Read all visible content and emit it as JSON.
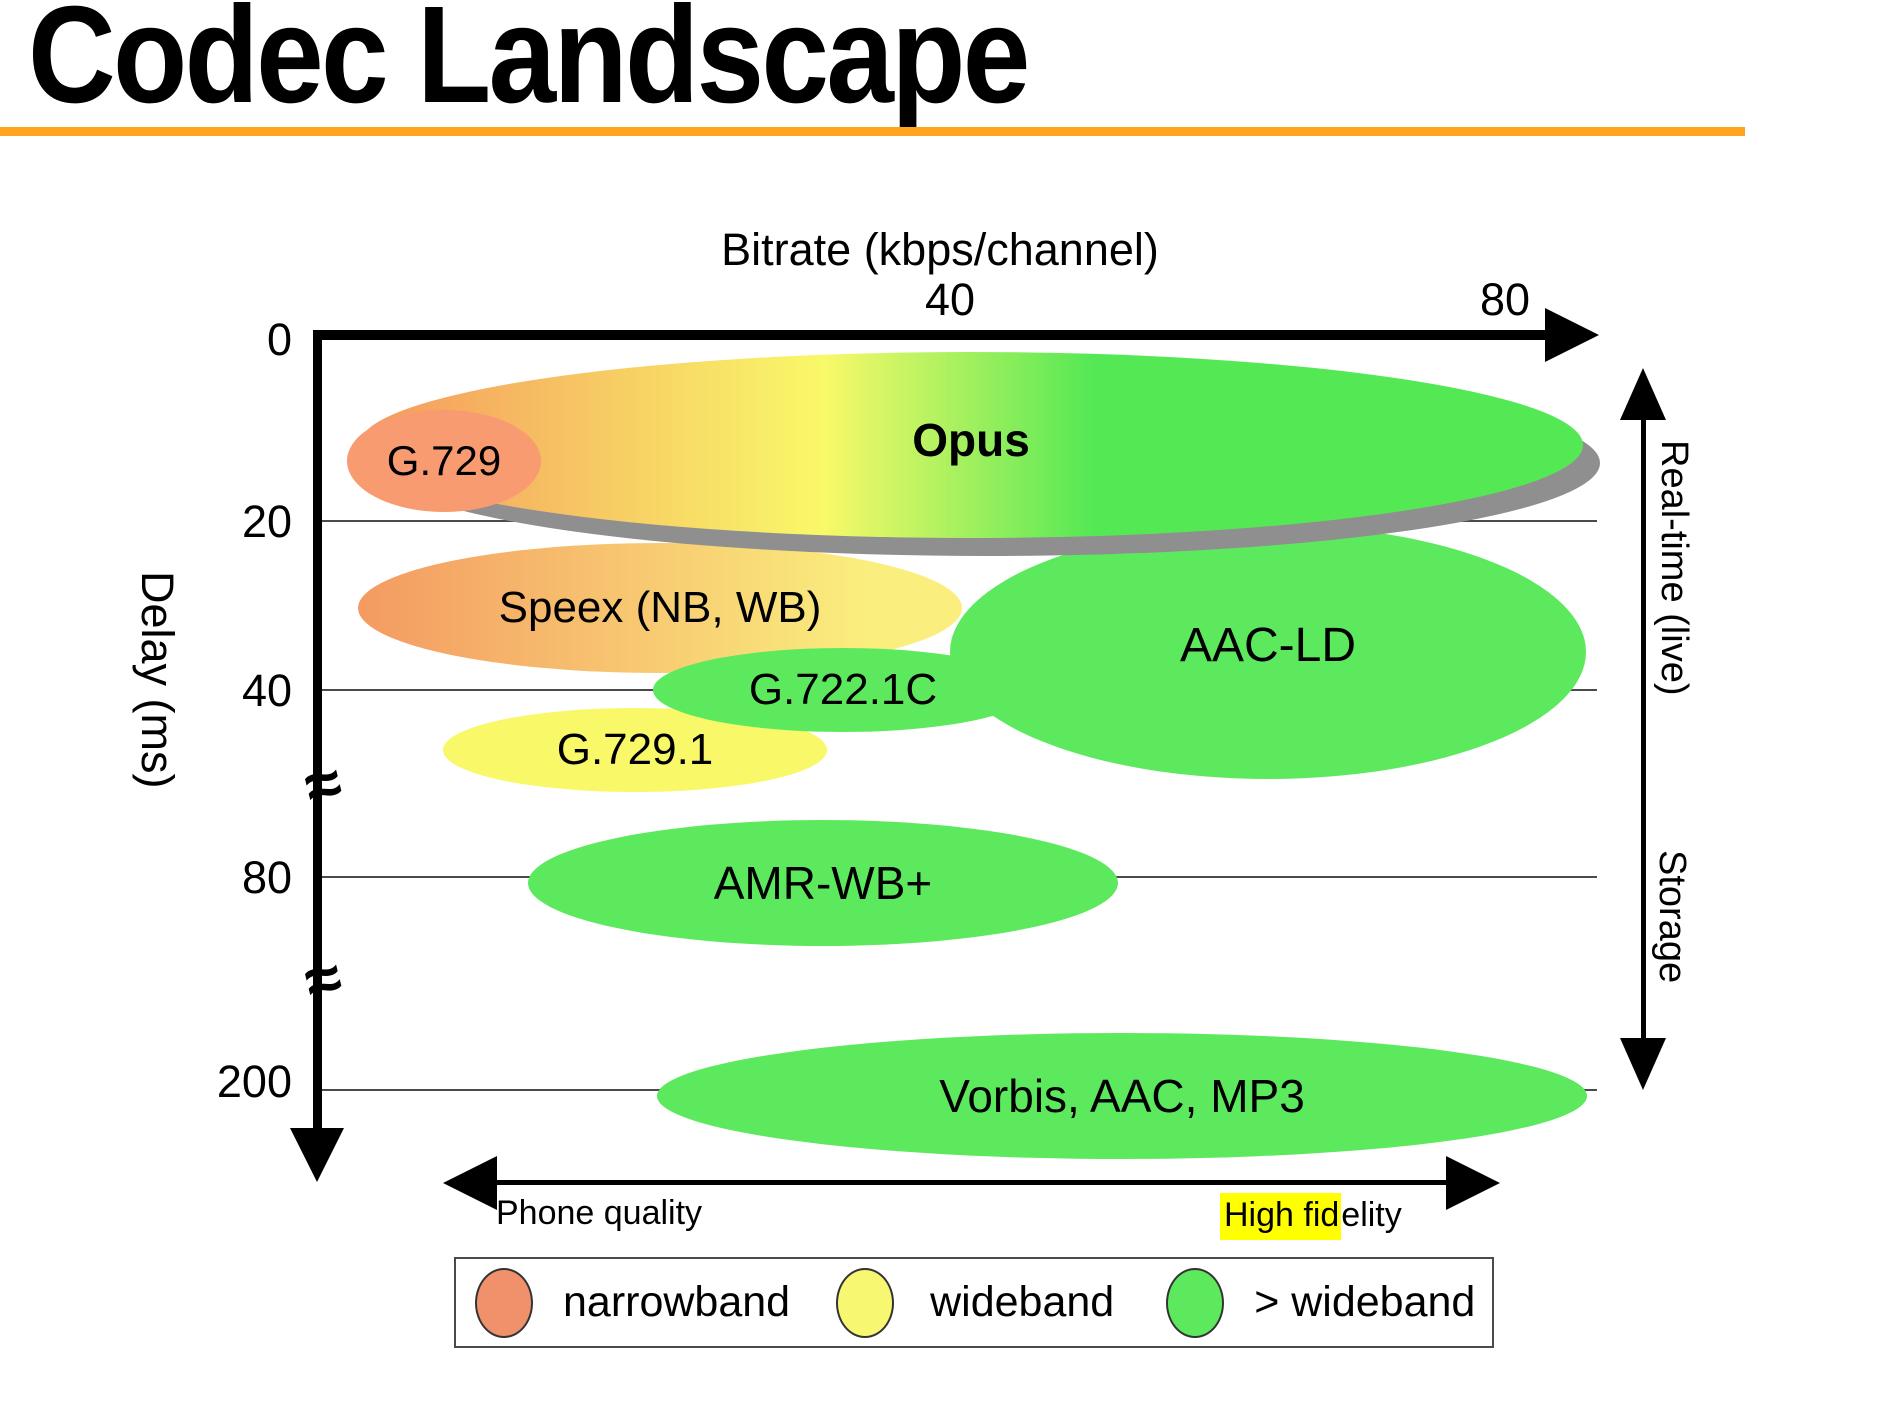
{
  "page": {
    "title": "Codec Landscape"
  },
  "colors": {
    "accent_underline": "#FFA41C",
    "grid": "#4A4A4A",
    "shadow": "#8F8F8F",
    "highlight": "#FFFF00",
    "g729_fill": "#F89B70",
    "g7291_fill": "#F8F868",
    "wideband_plus_fill": "#5DE95D"
  },
  "gradients": {
    "opus": [
      "#F5975E",
      "#F9F969",
      "#55E855"
    ],
    "speex": [
      "#F49A62",
      "#FAEF7E"
    ]
  },
  "chart_data": {
    "type": "bubble",
    "title": "Codec Landscape",
    "x_axis": {
      "label": "Bitrate (kbps/channel)",
      "ticks": [
        "40",
        "80"
      ],
      "range_kbps": [
        0,
        90
      ]
    },
    "y_axis": {
      "label": "Delay (ms)",
      "ticks": [
        "0",
        "20",
        "40",
        "80",
        "200"
      ],
      "axis_breaks": [
        "between 40 and 80",
        "between 80 and 200"
      ],
      "direction": "downwards"
    },
    "right_annotation": {
      "top": "Real-time (live)",
      "bottom": "Storage"
    },
    "quality_axis": {
      "left": "Phone quality",
      "right_full": "High fidelity",
      "right_highlight": "High fid",
      "right_rest": "elity"
    },
    "legend": {
      "items": [
        {
          "label": "narrowband",
          "color": "#F0916B"
        },
        {
          "label": "wideband",
          "color": "#F7F772"
        },
        {
          "label": "> wideband",
          "color": "#5DE95D"
        }
      ]
    },
    "codecs": [
      {
        "name": "Opus",
        "band": "narrowband to > wideband",
        "bitrate_kbps": [
          6,
          85
        ],
        "delay_ms": [
          2,
          22
        ]
      },
      {
        "name": "G.729",
        "band": "narrowband",
        "bitrate_kbps": [
          0,
          11
        ],
        "delay_ms": [
          8,
          19
        ]
      },
      {
        "name": "Speex (NB, WB)",
        "band": "narrowband to wideband",
        "bitrate_kbps": [
          0,
          41
        ],
        "delay_ms": [
          23,
          38
        ]
      },
      {
        "name": "AAC-LD",
        "band": "> wideband",
        "bitrate_kbps": [
          40,
          86
        ],
        "delay_ms": [
          20,
          59
        ]
      },
      {
        "name": "G.722.1C",
        "band": "> wideband",
        "bitrate_kbps": [
          19,
          46
        ],
        "delay_ms": [
          35,
          49
        ]
      },
      {
        "name": "G.729.1",
        "band": "wideband",
        "bitrate_kbps": [
          4,
          31
        ],
        "delay_ms": [
          44,
          62
        ]
      },
      {
        "name": "AMR-WB+",
        "band": "> wideband",
        "bitrate_kbps": [
          10,
          52
        ],
        "delay_ms": [
          68,
          95
        ]
      },
      {
        "name": "Vorbis, AAC, MP3",
        "band": "> wideband",
        "bitrate_kbps": [
          19,
          86
        ],
        "delay_ms": [
          168,
          240
        ]
      }
    ]
  }
}
